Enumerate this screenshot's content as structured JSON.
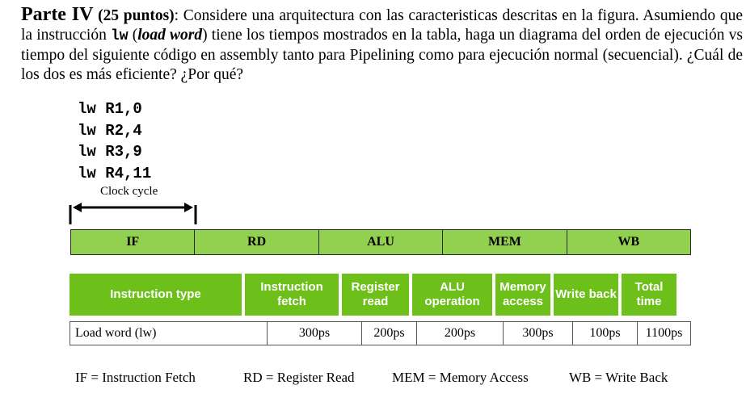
{
  "problem": {
    "heading": "Parte IV",
    "points": "(25 puntos)",
    "text_1": ": Considere una arquitectura con las caracteristicas descritas en la figura. Asumiendo que la instrucción ",
    "instr": "lw",
    "paren_open": " (",
    "load_word": "load word",
    "text_2": ") tiene los tiempos mostrados en la tabla, haga un diagrama del orden de ejecución vs tiempo del siguiente código en assembly tanto para Pipelining como para ejecución normal (secuencial). ¿Cuál de los dos es más eficiente? ¿Por qué?"
  },
  "code": [
    "lw R1,0",
    "lw R2,4",
    "lw R3,9",
    "lw R4,11"
  ],
  "clock_cycle_label": "Clock cycle",
  "stages": [
    "IF",
    "RD",
    "ALU",
    "MEM",
    "WB"
  ],
  "table": {
    "headers": [
      "Instruction type",
      "Instruction fetch",
      "Register read",
      "ALU operation",
      "Memory access",
      "Write back",
      "Total time"
    ],
    "row": [
      "Load word (lw)",
      "300ps",
      "200ps",
      "200ps",
      "300ps",
      "100ps",
      "1100ps"
    ]
  },
  "legend": [
    "IF = Instruction Fetch",
    "RD = Register Read",
    "MEM = Memory Access",
    "WB = Write Back"
  ],
  "colors": {
    "stage_green": "#92d050",
    "header_green": "#6dbf1a"
  }
}
